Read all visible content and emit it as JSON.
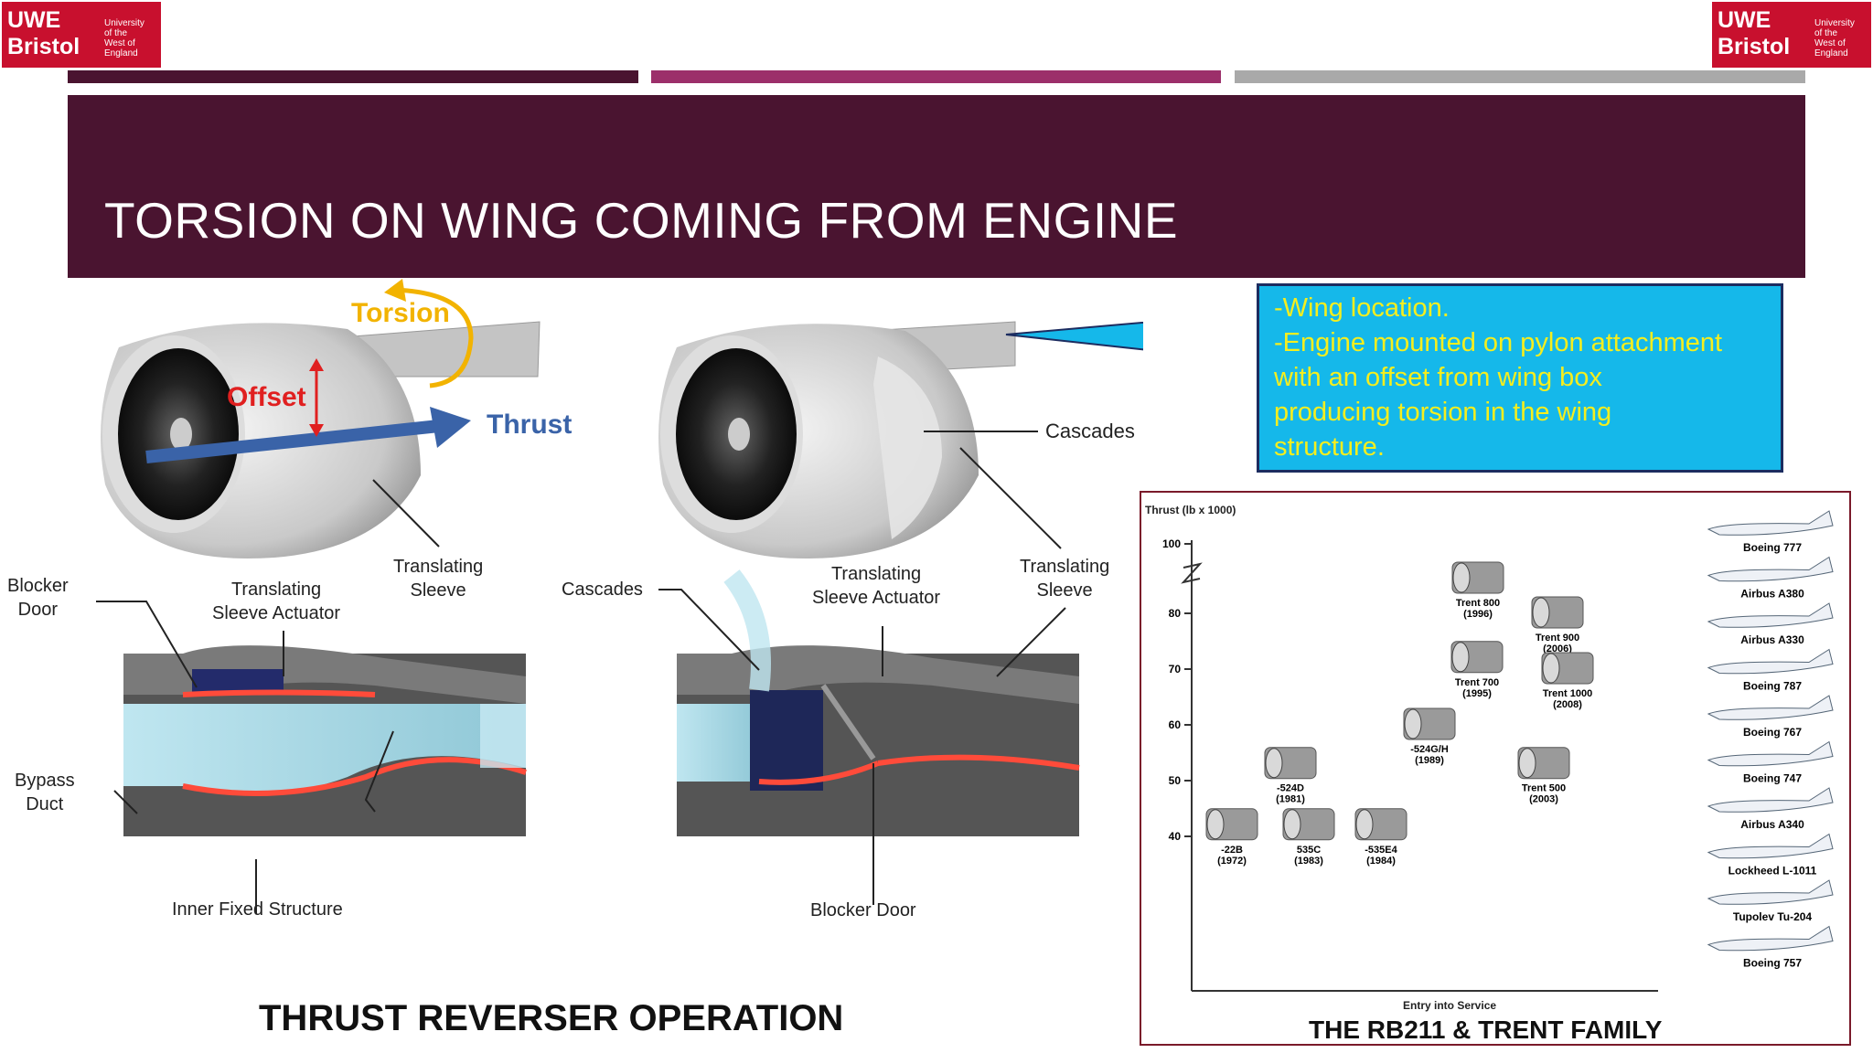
{
  "logo": {
    "main_line1": "UWE",
    "main_line2": "Bristol",
    "sub": [
      "University",
      "of the",
      "West of",
      "England"
    ]
  },
  "colors": {
    "banner": "#4a1430",
    "bar1": "#4a1430",
    "bar2": "#9c2f6a",
    "bar3": "#a9a9a9",
    "callout_bg": "#15b8ea",
    "callout_text": "#f5ee1e",
    "torsion": "#f2b300",
    "offset": "#e02020",
    "thrust": "#3a63a8"
  },
  "title": "TORSION ON WING COMING FROM ENGINE",
  "callout_lines": [
    "-Wing location.",
    "-Engine mounted on pylon attachment",
    "with an offset from wing box",
    "producing torsion in the wing",
    "structure."
  ],
  "engine_labels": {
    "torsion": "Torsion",
    "offset": "Offset",
    "thrust": "Thrust",
    "cascades": "Cascades"
  },
  "diagram_labels": {
    "blocker_door_1": "Blocker",
    "blocker_door_2": "Door",
    "tsa_left_1": "Translating",
    "tsa_left_2": "Sleeve Actuator",
    "ts_left_1": "Translating",
    "ts_left_2": "Sleeve",
    "bypass_1": "Bypass",
    "bypass_2": "Duct",
    "inner_fixed": "Inner Fixed Structure",
    "cascades2": "Cascades",
    "tsa_right_1": "Translating",
    "tsa_right_2": "Sleeve Actuator",
    "ts_right_1": "Translating",
    "ts_right_2": "Sleeve",
    "blocker_door_right": "Blocker Door"
  },
  "caption_left": "THRUST REVERSER OPERATION",
  "chart_data": {
    "type": "scatter",
    "title": "THE RB211 & TRENT FAMILY",
    "ylabel": "Thrust (lb x 1000)",
    "xlabel": "Entry into Service",
    "yticks": [
      "100",
      "80",
      "70",
      "60",
      "50",
      "40"
    ],
    "engines": [
      {
        "name": "-22B",
        "year": "(1972)",
        "thrust": 42
      },
      {
        "name": "535C",
        "year": "(1983)",
        "thrust": 42
      },
      {
        "name": "-535E4",
        "year": "(1984)",
        "thrust": 42
      },
      {
        "name": "-524D",
        "year": "(1981)",
        "thrust": 53
      },
      {
        "name": "-524G/H",
        "year": "(1989)",
        "thrust": 60
      },
      {
        "name": "Trent 700",
        "year": "(1995)",
        "thrust": 72
      },
      {
        "name": "Trent 800",
        "year": "(1996)",
        "thrust": 90
      },
      {
        "name": "Trent 900",
        "year": "(2006)",
        "thrust": 80
      },
      {
        "name": "Trent 1000",
        "year": "(2008)",
        "thrust": 70
      },
      {
        "name": "Trent 500",
        "year": "(2003)",
        "thrust": 53
      }
    ],
    "aircraft": [
      "Boeing 777",
      "Airbus A380",
      "Airbus A330",
      "Boeing 787",
      "Boeing 767",
      "Boeing 747",
      "Airbus A340",
      "Lockheed L-1011",
      "Tupolev Tu-204",
      "Boeing 757"
    ]
  }
}
